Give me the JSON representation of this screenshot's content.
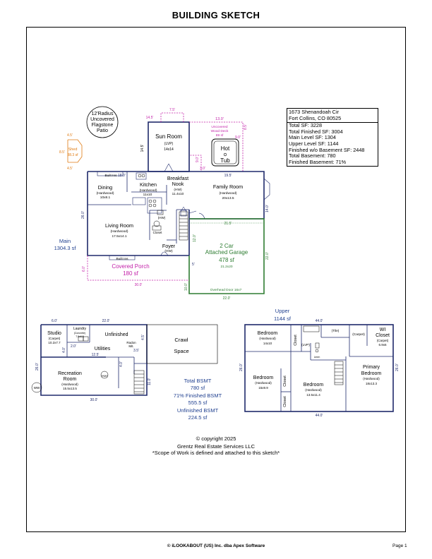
{
  "title": "BUILDING SKETCH",
  "info": {
    "address1": "1673 Shenandoah Cir",
    "address2": "Fort Collins, CO 80525",
    "lines": [
      "Total SF: 3228",
      "Total Finished SF: 3004",
      "Main Level SF: 1304",
      "Upper Level SF: 1144",
      "Finished w/o Basement SF: 2448",
      "Total Basement: 780",
      "Finished Basement: 71%"
    ]
  },
  "patio": {
    "l1": "12'Radius",
    "l2": "Uncovered",
    "l3": "Flagstone",
    "l4": "Patio"
  },
  "shed": {
    "name": "Shed",
    "area": "38.3 sf",
    "d1": "4.5'",
    "d2": "8.5'",
    "d3": "4.5'"
  },
  "main": {
    "label": "Main",
    "area": "1304.3 sf",
    "rooms": {
      "sunroom": {
        "name": "Sun Room",
        "floor": "(LVP)",
        "size": "14x14"
      },
      "hottub": {
        "l1": "Hot",
        "l2": "Tub"
      },
      "deck": {
        "l1": "Uncovered",
        "l2": "Wood Deck",
        "l3": "89 sf"
      },
      "dining": {
        "name": "Dining",
        "floor": "(Hardwood)",
        "size": "10x8.1"
      },
      "kitchen": {
        "name": "Kitchen",
        "floor": "(Hardwood)",
        "size": "11x10"
      },
      "nook": {
        "l1": "Breakfast",
        "l2": "Nook",
        "floor": "(HW)",
        "size": "11.4x10"
      },
      "family": {
        "name": "Family Room",
        "floor": "(Hardwood)",
        "size": "20x13.5"
      },
      "living": {
        "name": "Living Room",
        "floor": "(Hardwood)",
        "size": "17.5x14.1"
      },
      "foyer": {
        "name": "Foyer",
        "floor": "(HW)"
      },
      "closet": "Closet",
      "hw": "(HW)",
      "builtins": "Built Ins",
      "porch": {
        "name": "Covered Porch",
        "area": "180 sf"
      },
      "garage": {
        "l1": "2 Car",
        "l2": "Attached Garage",
        "area": "478 sf",
        "size": "21.2x20",
        "door": "Overhead Door 16x7"
      }
    },
    "dims": {
      "sun_top": "7.5'",
      "sun_left": "14.5'",
      "sun_side": "14.5'",
      "deck_top": "13.0'",
      "deck_right": "8.5'",
      "deck_a": "9.0'",
      "deck_b": "3.0'",
      "deck_c": "9.0'",
      "top_left": "18.0'",
      "fam_top": "19.5'",
      "left": "26.0'",
      "fam_right": "14.0'",
      "gar_top": "21.5'",
      "gar_right": "22.0'",
      "gar_left": "12.0'",
      "gar_bottom": "22.0'",
      "porch_bottom": "30.0'",
      "porch_left": "6.0'",
      "porch_left2": "10.0'",
      "step": "5'"
    }
  },
  "basement": {
    "rooms": {
      "studio": {
        "name": "Studio",
        "floor": "(Carpet)",
        "size": "10.2x7.7"
      },
      "laundry": {
        "name": "Laundry",
        "floor": "(Concrete)",
        "size": "7.5x6.5"
      },
      "unfinished": "Unfinished",
      "utilities": "Utilities",
      "radon": {
        "l1": "Radon",
        "l2": "Mit."
      },
      "crawl": {
        "l1": "Crawl",
        "l2": "Space"
      },
      "rec": {
        "l1": "Recreation",
        "l2": "Room",
        "floor": "(Hardwood)",
        "size": "15.5x13.5"
      },
      "hw": "(HW)",
      "ww": "WW"
    },
    "dims": {
      "top1": "6.0'",
      "top2": "22.0'",
      "mid": "12.5'",
      "a": "3.5'",
      "b": "4.5'",
      "c": "2.0'",
      "d": "4.0'",
      "e": "4.0'",
      "f": "11.0'",
      "left": "26.0'",
      "bottom": "30.0'"
    },
    "summary": [
      "Total BSMT",
      "780 sf",
      "71% Finished BSMT",
      "555.5 sf",
      "Unfinished BSMT",
      "224.5 sf"
    ]
  },
  "upper": {
    "label": "Upper",
    "area": "1144 sf",
    "rooms": {
      "bed1": {
        "name": "Bedroom",
        "floor": "(Hardwood)",
        "size": "14x10"
      },
      "bed2": {
        "name": "Bedroom",
        "floor": "(Hardwood)",
        "size": "15x9.9"
      },
      "bed3": {
        "name": "Bedroom",
        "floor": "(Hardwood)",
        "size": "13.5x11.4"
      },
      "primary": {
        "l1": "Primary",
        "l2": "Bedroom",
        "floor": "(Hardwood)",
        "size": "18x13.3"
      },
      "wi": {
        "l1": "WI",
        "l2": "Closet",
        "floor": "(Carpet)",
        "size": "6.9x6"
      },
      "carpet": "(Carpet)",
      "tile": "(Tile)",
      "lvp": "(LVP)",
      "closet": "Closet",
      "linen": "Linen"
    },
    "dims": {
      "top": "44.0'",
      "bottom": "44.0'",
      "left": "26.0'",
      "right": "26.0'"
    }
  },
  "footer": {
    "copyright": "© copyright 2025",
    "company": "Grentz Real Estate Services LLC",
    "note": "*Scope of Work is defined and attached to this sketch*"
  },
  "brand": "© iLOOKABOUT (US) Inc. dba Apex Software",
  "page": "Page 1",
  "colors": {
    "wall": "#1f2a6b",
    "garage": "#2e7d32",
    "porch": "#b5199a",
    "deck": "#c21fa8",
    "shed": "#e07b12",
    "label_blue": "#1f3f8f"
  }
}
